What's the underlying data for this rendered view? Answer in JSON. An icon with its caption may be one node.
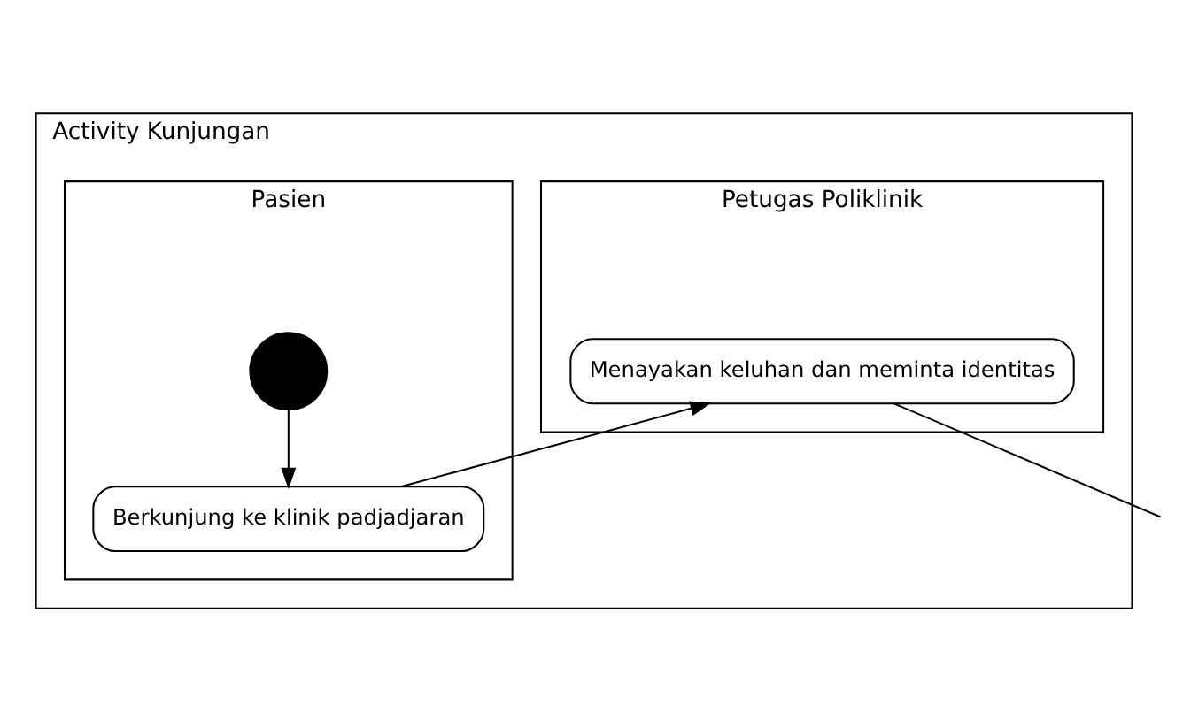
{
  "diagram": {
    "nodes": [
      {
        "text": [
          "Activity Kunjungan"
        ]
      },
      {
        "text": [
          "Pasien"
        ],
        "in": 0
      },
      {
        "text": [
          "Petugas Poliklinik"
        ],
        "in": 0
      },
      {
        "text": [],
        "shape": "circle",
        "in": 1
      },
      {
        "text": [
          "Berkunjung ke klinik padjadjaran"
        ],
        "in": 1
      },
      {
        "text": [
          "Menayakan keluhan dan meminta identitas"
        ],
        "in": 2
      }
    ],
    "edges": [
      {
        "from": 3,
        "to": 4,
        "arrow": "to"
      },
      {
        "from": 4,
        "to": 5,
        "arrow": "to"
      },
      {
        "from": 5,
        "to": null,
        "arrow": "none"
      }
    ]
  }
}
